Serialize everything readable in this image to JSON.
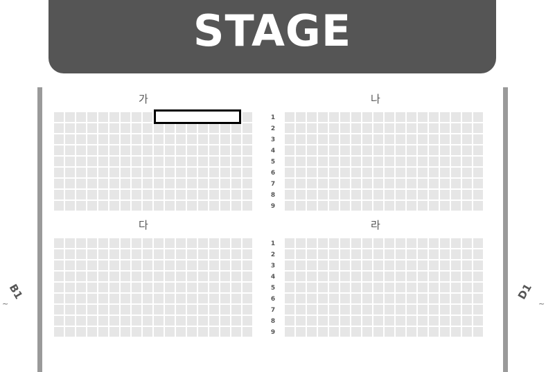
{
  "stage": {
    "label": "STAGE"
  },
  "sides": {
    "left": "B1",
    "right": "D1",
    "tilde": "~"
  },
  "sections": {
    "ga": "가",
    "na": "나",
    "da": "다",
    "ra": "라"
  },
  "rows": [
    "1",
    "2",
    "3",
    "4",
    "5",
    "6",
    "7",
    "8",
    "9"
  ],
  "seats_per_row_per_block": 18,
  "highlight": {
    "section": "가",
    "row": "1"
  },
  "colors": {
    "stage": "#555555",
    "seat": "#e6e6e6",
    "highlight_border": "#000000",
    "wall": "#9a9a9a"
  }
}
